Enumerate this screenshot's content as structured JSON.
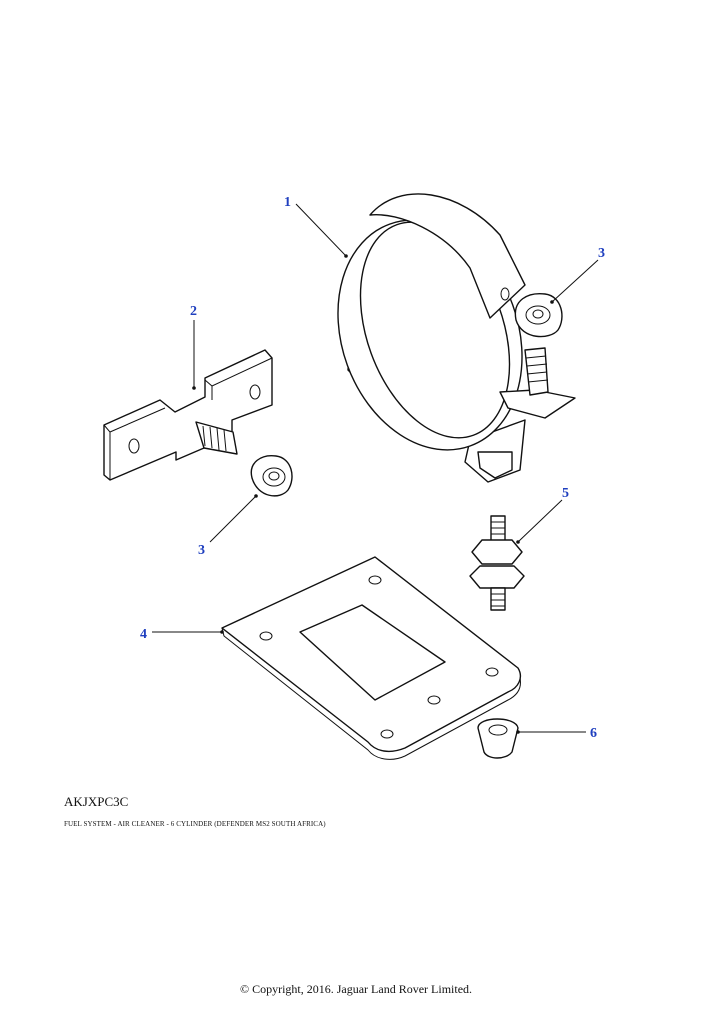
{
  "accent_color": "#1f3fbf",
  "diagram_code": "AKJXPC3C",
  "caption": "FUEL SYSTEM - AIR CLEANER - 6 CYLINDER (DEFENDER MS2 SOUTH AFRICA)",
  "copyright": "© Copyright, 2016. Jaguar Land Rover Limited.",
  "callouts": {
    "c1": "1",
    "c2": "2",
    "c3a": "3",
    "c3b": "3",
    "c4": "4",
    "c5": "5",
    "c6": "6"
  }
}
